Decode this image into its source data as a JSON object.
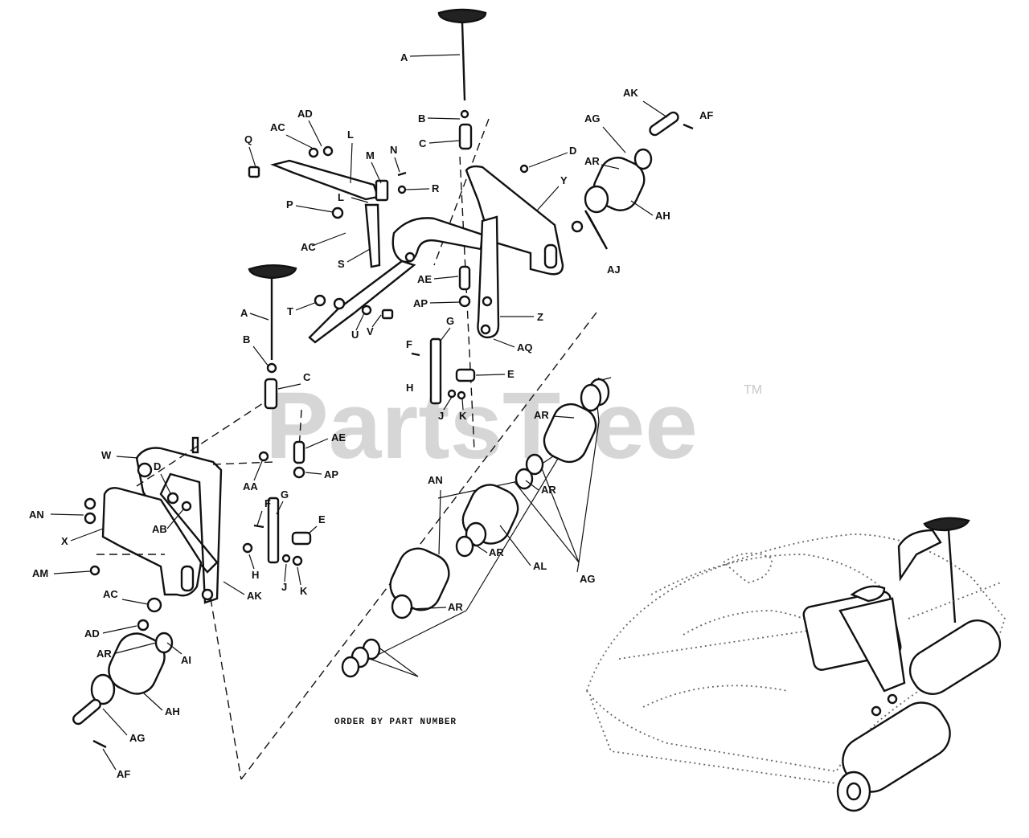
{
  "watermark": {
    "text": "PartsTree",
    "mark": "TM"
  },
  "note": "ORDER BY PART NUMBER",
  "callouts": [
    "A",
    "B",
    "C",
    "D",
    "AK",
    "AF",
    "AG",
    "AR",
    "AH",
    "AJ",
    "Y",
    "Z",
    "AQ",
    "AD",
    "AC",
    "L",
    "Q",
    "M",
    "N",
    "R",
    "P",
    "S",
    "A",
    "T",
    "U",
    "V",
    "AE",
    "AP",
    "E",
    "F",
    "G",
    "H",
    "J",
    "K",
    "B",
    "C",
    "W",
    "D",
    "AA",
    "AE",
    "AP",
    "AN",
    "X",
    "AB",
    "AM",
    "AC",
    "AD",
    "AR",
    "AH",
    "AI",
    "AG",
    "AF",
    "F",
    "G",
    "E",
    "H",
    "J",
    "K",
    "AK",
    "AR",
    "AN",
    "AR",
    "AR",
    "AL",
    "AR",
    "AG"
  ]
}
